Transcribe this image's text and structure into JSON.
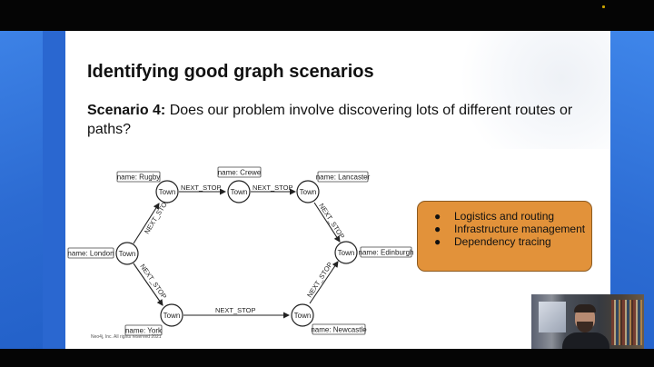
{
  "slide": {
    "title": "Identifying good graph scenarios",
    "scenario_label": "Scenario 4:",
    "scenario_text": " Does our problem involve discovering lots of different routes or paths?",
    "caption": "Neo4j, Inc. All rights reserved 2021"
  },
  "graph": {
    "nodes": [
      {
        "id": "london",
        "text": "Town",
        "label": "name: London"
      },
      {
        "id": "rugby",
        "text": "Town",
        "label": "name: Rugby"
      },
      {
        "id": "crewe",
        "text": "Town",
        "label": "name: Crewe"
      },
      {
        "id": "lancaster",
        "text": "Town",
        "label": "name: Lancaster"
      },
      {
        "id": "edinburgh",
        "text": "Town",
        "label": "name: Edinburgh"
      },
      {
        "id": "york",
        "text": "Town",
        "label": "name: York"
      },
      {
        "id": "newcastle",
        "text": "Town",
        "label": "name: Newcastle"
      }
    ],
    "edge_label": "NEXT_STOP"
  },
  "callout": {
    "bullet_char": "●",
    "items": [
      "Logistics and routing",
      "Infrastructure management",
      "Dependency tracing"
    ],
    "fill_color": "#e2923a"
  },
  "colors": {
    "frame_blue": "#2f6fd6",
    "bar_black": "#050505"
  }
}
